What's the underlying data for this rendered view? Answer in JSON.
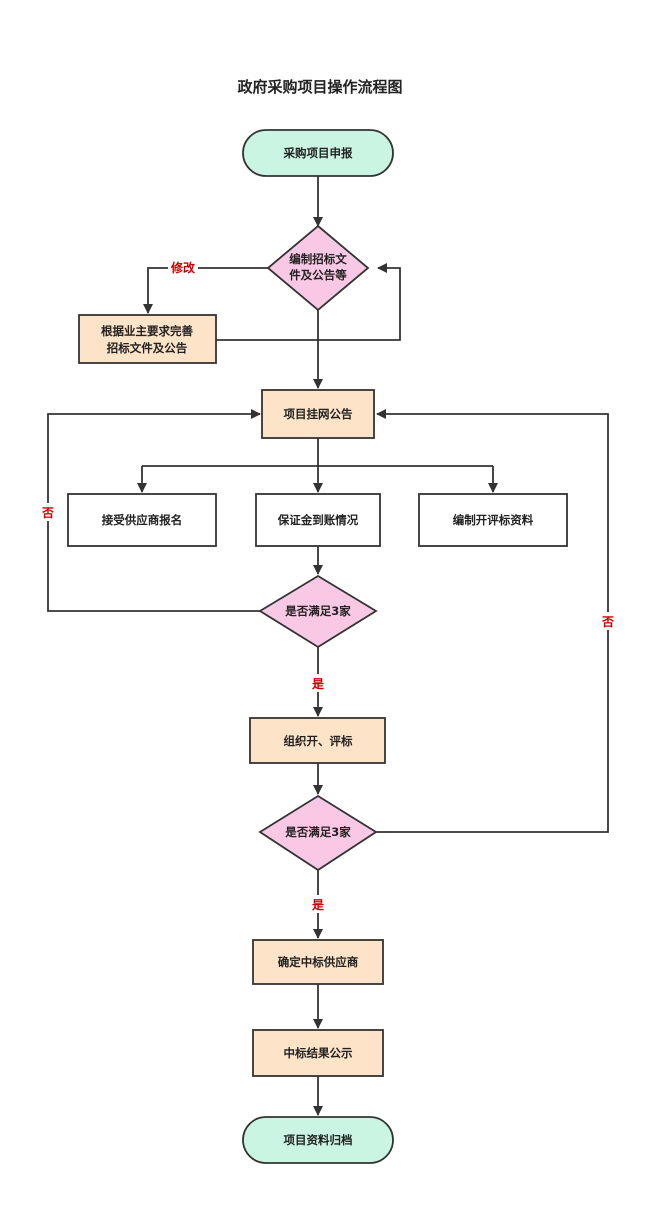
{
  "title": "政府采购项目操作流程图",
  "nodes": {
    "apply": "采购项目申报",
    "prepare_docs_1": "编制招标文",
    "prepare_docs_2": "件及公告等",
    "improve_docs_1": "根据业主要求完善",
    "improve_docs_2": "招标文件及公告",
    "post_online": "项目挂网公告",
    "accept_registration": "接受供应商报名",
    "deposit_status": "保证金到账情况",
    "prepare_eval_docs": "编制开评标资料",
    "check_three_1": "是否满足3家",
    "organize_bid": "组织开、评标",
    "check_three_2": "是否满足3家",
    "determine_winner": "确定中标供应商",
    "publicize_result": "中标结果公示",
    "archive": "项目资料归档"
  },
  "edges": {
    "modify": "修改",
    "no_left": "否",
    "yes_1": "是",
    "yes_2": "是",
    "no_right": "否"
  },
  "colors": {
    "terminal": "#c9f5e2",
    "process": "#fde4c8",
    "decision": "#f9c8e4",
    "edge_label": "#cc0000"
  }
}
